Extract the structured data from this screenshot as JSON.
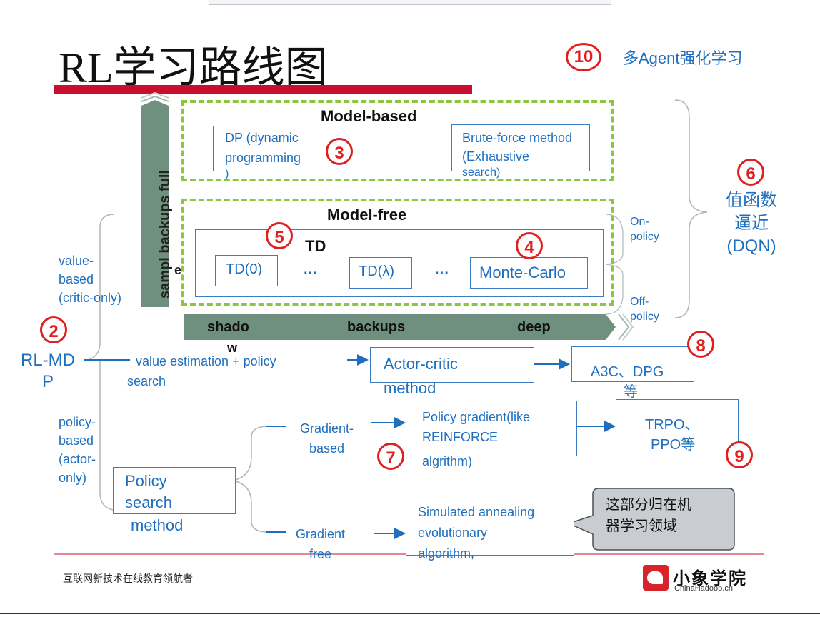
{
  "slide": {
    "title": "RL学习路线图",
    "multi_agent": "多Agent强化学习",
    "footer_left": "互联网新技术在线教育领航者",
    "logo_cn": "小象学院",
    "logo_en": "ChinaHadoop.cn"
  },
  "badges": {
    "b2": "2",
    "b3": "3",
    "b4": "4",
    "b5": "5",
    "b6": "6",
    "b7": "7",
    "b8": "8",
    "b9": "9",
    "b10": "10"
  },
  "model_based": {
    "title": "Model-based",
    "dp": [
      "DP (dynamic",
      "programming",
      ")"
    ],
    "brute": [
      "Brute-force method",
      "(Exhaustive",
      "search)"
    ]
  },
  "model_free": {
    "title": "Model-free",
    "td": "TD",
    "td0": "TD(0)",
    "dots": "···",
    "tdl": "TD(λ)",
    "mc": "Monte-Carlo",
    "on_policy": [
      "On-",
      "policy"
    ],
    "off_policy": [
      "Off-",
      "policy"
    ]
  },
  "axes": {
    "vertical": "sampl backups full",
    "vertical_extra": "e",
    "horizontal": [
      "shado",
      "backups",
      "deep"
    ],
    "horizontal_extra": "w"
  },
  "value_approx": [
    "值函数",
    "逼近",
    "(DQN)"
  ],
  "left": {
    "rlmdp": [
      "RL-MD",
      "P"
    ],
    "value_based": [
      "value-",
      "based",
      "(critic-only)"
    ],
    "policy_based": [
      "policy-",
      "based",
      "(actor-",
      "only)"
    ],
    "vest": [
      "value estimation + policy",
      "search"
    ]
  },
  "actor_critic": [
    "Actor-critic",
    "method"
  ],
  "a3c": [
    "A3C、DPG",
    "等"
  ],
  "policy_search": [
    "Policy",
    "search",
    "method"
  ],
  "gradient_based": [
    "Gradient-",
    "based"
  ],
  "policy_gradient": [
    "Policy gradient(like",
    "REINFORCE",
    "algrithm)"
  ],
  "trpo": [
    "TRPO、",
    "PPO等"
  ],
  "gradient_free": [
    "Gradient",
    "free"
  ],
  "simulated": [
    "Simulated annealing",
    "evolutionary",
    "algorithm,"
  ],
  "callout": [
    "这部分归在机",
    "器学习领域"
  ],
  "colors": {
    "accent_red": "#c8102e",
    "dash_green": "#8cc63f",
    "text_blue": "#1f6fbf",
    "badge_red": "#e02020"
  }
}
